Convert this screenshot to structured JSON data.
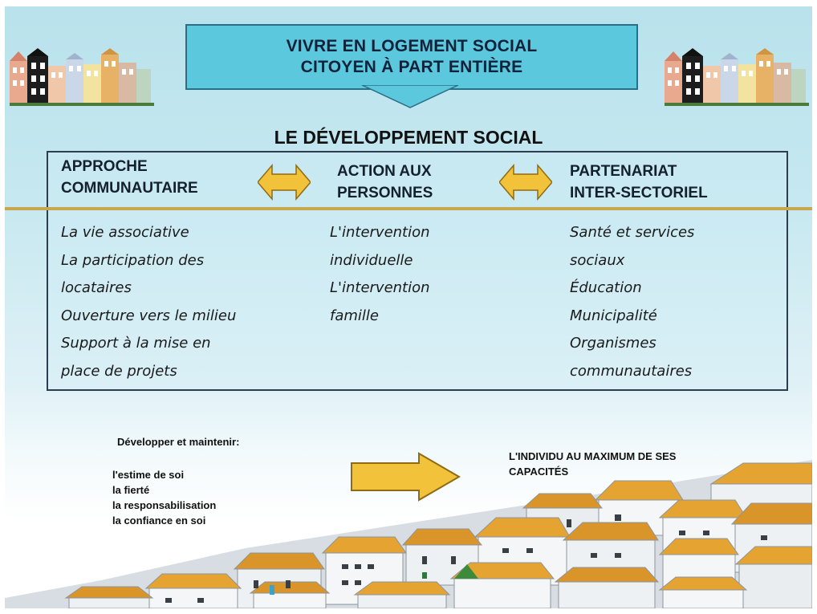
{
  "title": {
    "line1": "VIVRE EN LOGEMENT SOCIAL",
    "line2": "CITOYEN À PART ENTIÈRE"
  },
  "subtitle": "LE DÉVELOPPEMENT SOCIAL",
  "columns": [
    {
      "heading_l1": "APPROCHE",
      "heading_l2": "COMMUNAUTAIRE",
      "items": [
        "La vie associative",
        "La participation des",
        "locataires",
        "Ouverture vers le milieu",
        "Support à la mise en",
        "place de projets"
      ]
    },
    {
      "heading_l1": "ACTION AUX",
      "heading_l2": "PERSONNES",
      "items": [
        "L'intervention",
        "individuelle",
        "L'intervention",
        "famille"
      ]
    },
    {
      "heading_l1": "PARTENARIAT",
      "heading_l2": "INTER-SECTORIEL",
      "items": [
        "Santé et services",
        "sociaux",
        "Éducation",
        "Municipalité",
        "Organismes",
        "communautaires"
      ]
    }
  ],
  "bottom": {
    "lead": "Développer et maintenir:",
    "qualities": [
      "l'estime de soi",
      "la fierté",
      "la responsabilisation",
      "la confiance en soi"
    ],
    "result_l1": "L'INDIVIDU AU MAXIMUM DE SES",
    "result_l2": "CAPACITÉS"
  },
  "colors": {
    "title_box": "#5cc8de",
    "arrow_yellow": "#f2c23a",
    "divider_gold": "#c9a74d",
    "roof_orange": "#e5a332"
  },
  "icons": [
    "town-houses-icon",
    "double-arrow-icon",
    "right-arrow-icon",
    "village-illustration"
  ]
}
